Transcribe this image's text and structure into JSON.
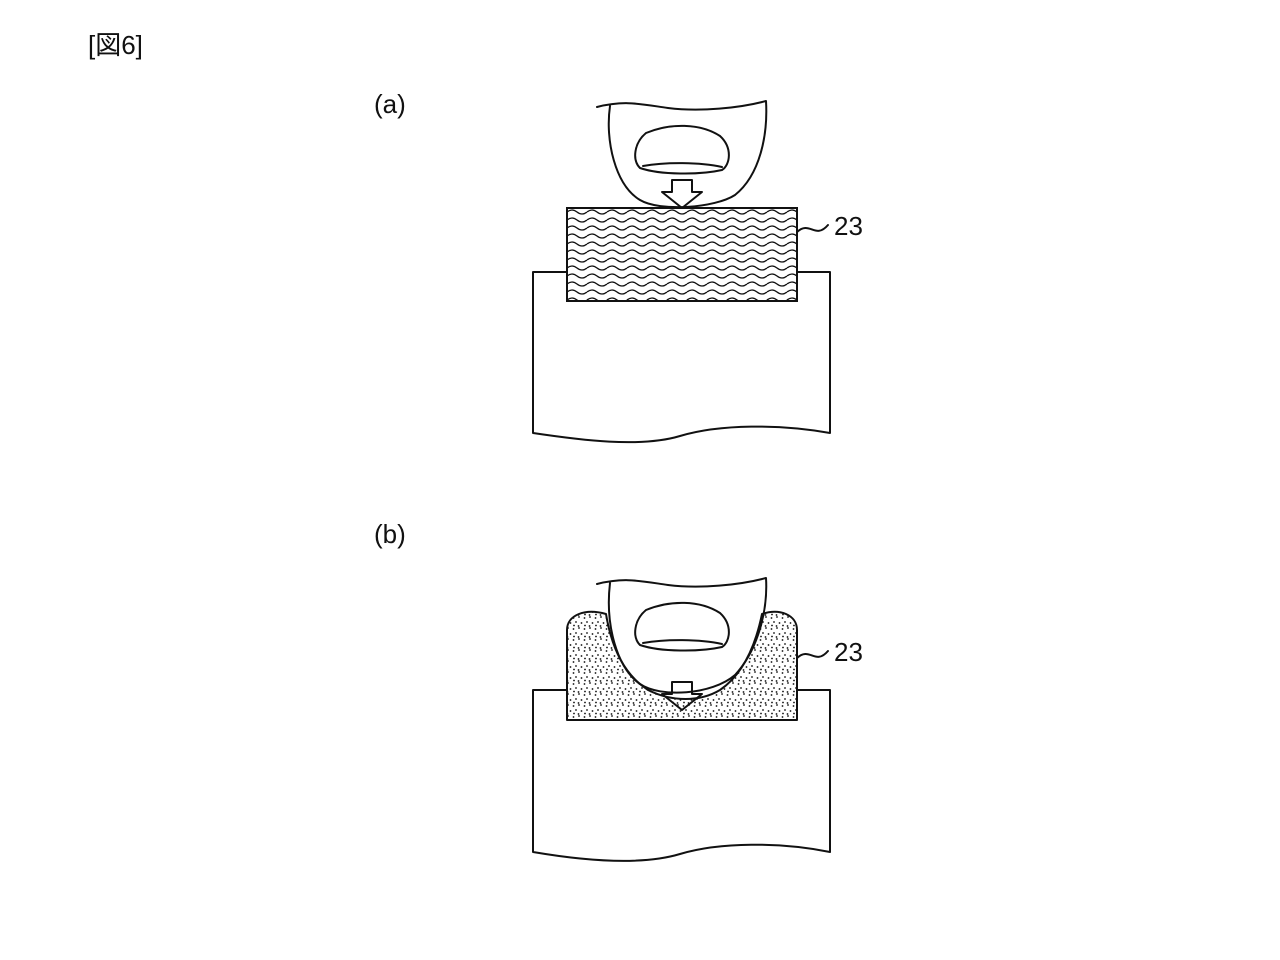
{
  "figure": {
    "title": "[図6]"
  },
  "panels": [
    {
      "label": "(a)",
      "reference_number": "23",
      "pad_texture": "wavy"
    },
    {
      "label": "(b)",
      "reference_number": "23",
      "pad_texture": "dotted"
    }
  ]
}
